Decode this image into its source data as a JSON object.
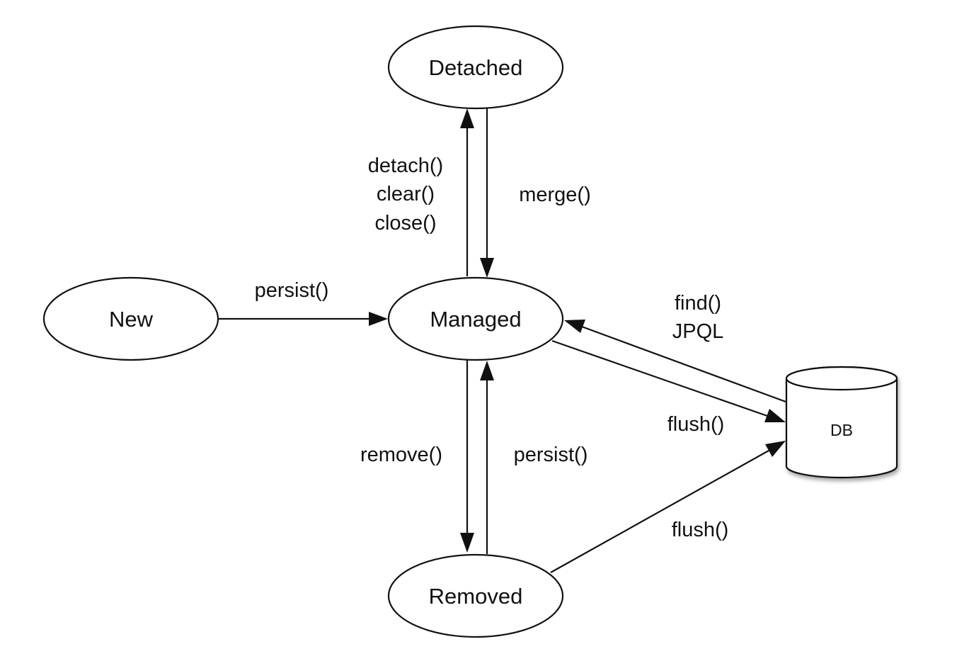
{
  "nodes": {
    "detached": "Detached",
    "new": "New",
    "managed": "Managed",
    "removed": "Removed",
    "db": "DB"
  },
  "edges": {
    "new_to_managed": "persist()",
    "managed_to_detached": [
      "detach()",
      "clear()",
      "close()"
    ],
    "detached_to_managed": "merge()",
    "db_to_managed": [
      "find()",
      "JPQL"
    ],
    "managed_to_db": "flush()",
    "managed_to_removed": "remove()",
    "removed_to_managed": "persist()",
    "removed_to_db": "flush()"
  }
}
